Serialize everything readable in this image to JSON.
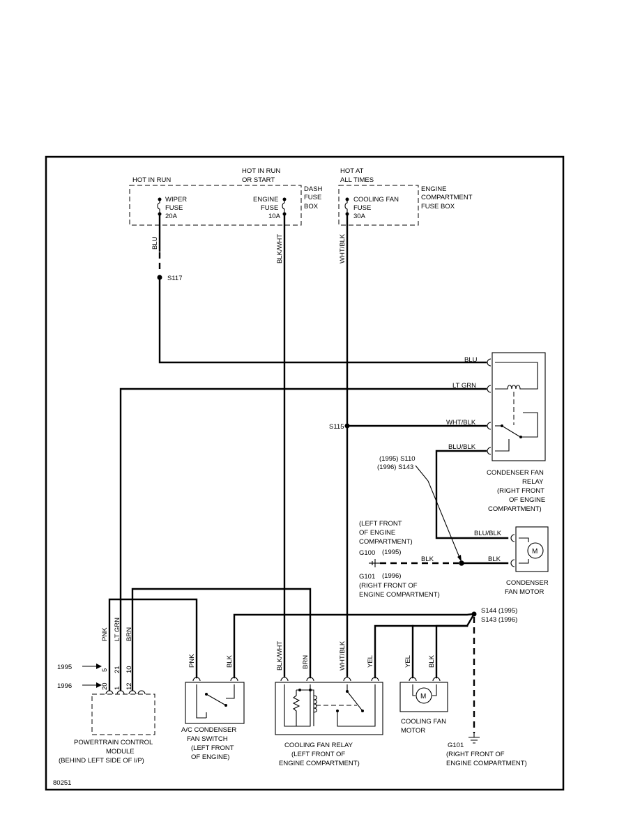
{
  "labels": {
    "hot_in_run": "HOT IN RUN",
    "hot_in_run_or_start_1": "HOT IN RUN",
    "hot_in_run_or_start_2": "OR START",
    "hot_at_all_times_1": "HOT AT",
    "hot_at_all_times_2": "ALL TIMES",
    "dash_fuse_box_1": "DASH",
    "dash_fuse_box_2": "FUSE",
    "dash_fuse_box_3": "BOX",
    "engine_fuse_box_1": "ENGINE",
    "engine_fuse_box_2": "COMPARTMENT",
    "engine_fuse_box_3": "FUSE BOX",
    "wiper_fuse_1": "WIPER",
    "wiper_fuse_2": "FUSE",
    "wiper_fuse_3": "20A",
    "engine_fuse_1": "ENGINE",
    "engine_fuse_2": "FUSE",
    "engine_fuse_3": "10A",
    "fan_fuse_1": "COOLING FAN",
    "fan_fuse_2": "FUSE",
    "fan_fuse_3": "30A",
    "s117": "S117",
    "s115": "S115",
    "s110_1": "(1995) S110",
    "s110_2": "(1996) S143",
    "g100_loc_1": "(LEFT FRONT",
    "g100_loc_2": "OF ENGINE",
    "g100_loc_3": "COMPARTMENT)",
    "g100": "G100",
    "g100_year": "(1995)",
    "g101a": "G101",
    "g101a_year": "(1996)",
    "g101a_loc_1": "(RIGHT FRONT OF",
    "g101a_loc_2": "ENGINE COMPARTMENT)",
    "cf_relay_1": "CONDENSER FAN",
    "cf_relay_2": "RELAY",
    "cf_relay_3": "(RIGHT FRONT",
    "cf_relay_4": "OF ENGINE",
    "cf_relay_5": "COMPARTMENT)",
    "cf_motor_1": "CONDENSER",
    "cf_motor_2": "FAN MOTOR",
    "s144_1": "S144 (1995)",
    "s144_2": "S143 (1996)",
    "year_1995": "1995",
    "year_1996": "1996",
    "pcm_1": "POWERTRAIN CONTROL",
    "pcm_2": "MODULE",
    "pcm_3": "(BEHIND LEFT SIDE OF I/P)",
    "ac_switch_1": "A/C CONDENSER",
    "ac_switch_2": "FAN SWITCH",
    "ac_switch_3": "(LEFT FRONT",
    "ac_switch_4": "OF ENGINE)",
    "cfr_1": "COOLING FAN RELAY",
    "cfr_2": "(LEFT FRONT OF",
    "cfr_3": "ENGINE COMPARTMENT)",
    "cf_motor2_1": "COOLING FAN",
    "cf_motor2_2": "MOTOR",
    "g101b": "G101",
    "g101b_loc_1": "(RIGHT FRONT OF",
    "g101b_loc_2": "ENGINE COMPARTMENT)",
    "figure_id": "80251",
    "motor_symbol": "M"
  },
  "wires": {
    "blu": "BLU",
    "blk_wht": "BLK/WHT",
    "wht_blk": "WHT/BLK",
    "lt_grn": "LT GRN",
    "blu_blk": "BLU/BLK",
    "blk": "BLK",
    "pnk": "PNK",
    "brn": "BRN",
    "yel": "YEL"
  },
  "pins": {
    "pnk_1995": "5",
    "pnk_1996": "20",
    "ltgrn_1995": "21",
    "ltgrn_1996": "1",
    "brn_1995": "10",
    "brn_1996": "12"
  }
}
